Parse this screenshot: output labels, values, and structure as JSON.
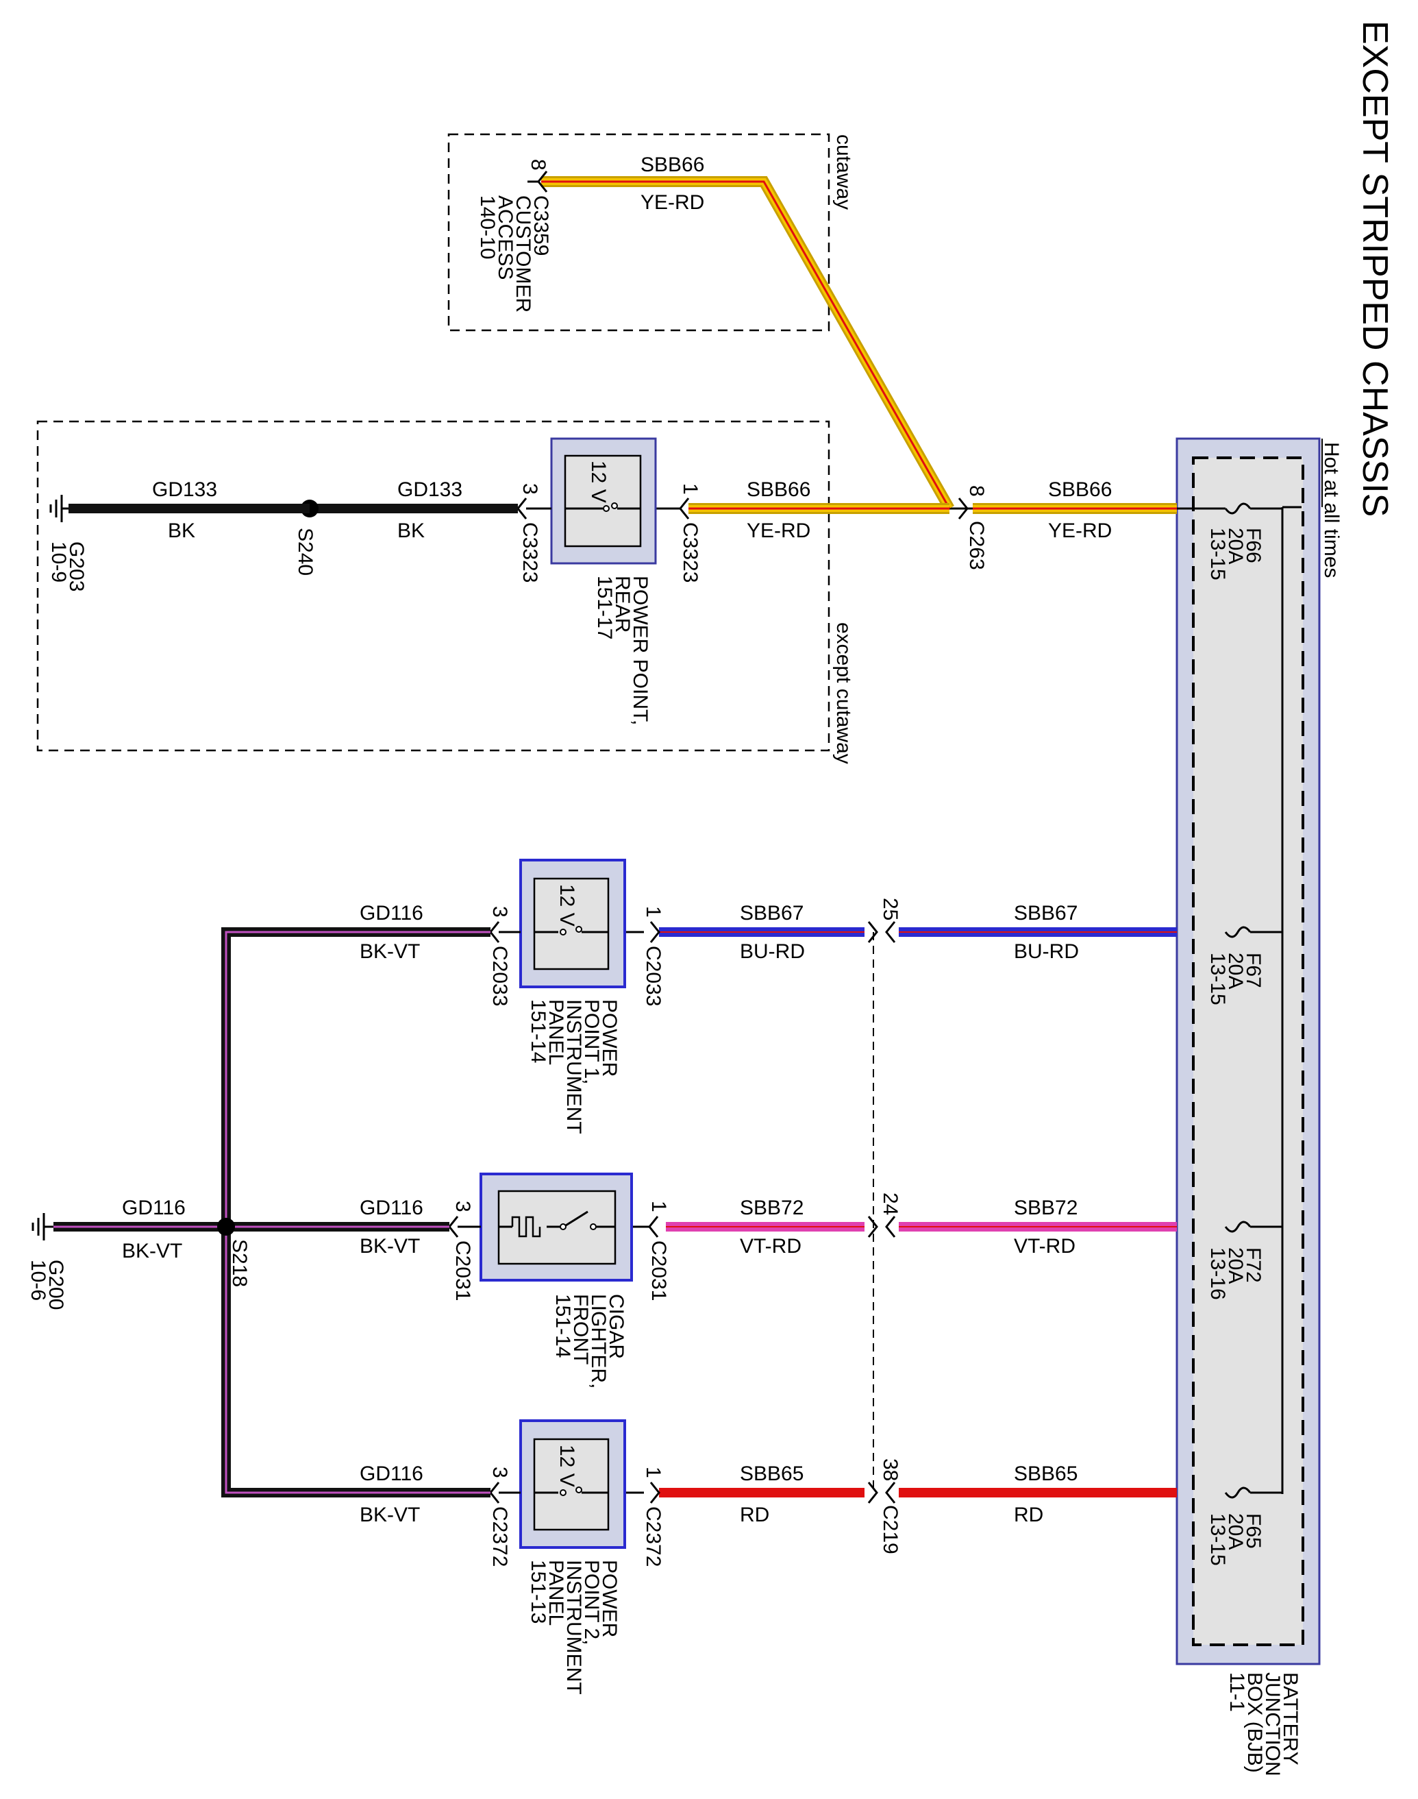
{
  "title": "EXCEPT STRIPPED CHASSIS",
  "hot_label": "Hot at all times",
  "bjb": {
    "l1": "BATTERY",
    "l2": "JUNCTION",
    "l3": "BOX (BJB)",
    "l4": "11-1"
  },
  "fuses": {
    "f66": {
      "name": "F66",
      "rating": "20A",
      "ref": "13-15"
    },
    "f67": {
      "name": "F67",
      "rating": "20A",
      "ref": "13-15"
    },
    "f72": {
      "name": "F72",
      "rating": "20A",
      "ref": "13-16"
    },
    "f65": {
      "name": "F65",
      "rating": "20A",
      "ref": "13-15"
    }
  },
  "colors": {
    "ye_rd": "#f5c400",
    "bu_rd": "#2a2ad0",
    "vt_rd": "#e040b0",
    "rd": "#e01010",
    "bk": "#111111",
    "bk_vt": "#9a2aa0"
  },
  "circuit_66": {
    "wire1": {
      "circuit": "SBB66",
      "color": "YE-RD"
    },
    "c263": {
      "name": "C263",
      "pin": "8"
    },
    "cutaway": {
      "label": "cutaway",
      "wire": {
        "circuit": "SBB66",
        "color": "YE-RD"
      },
      "conn": {
        "name": "C3359",
        "pin": "8"
      },
      "comp": {
        "l1": "CUSTOMER",
        "l2": "ACCESS",
        "l3": "140-10"
      }
    },
    "except_cutaway": {
      "label": "except cutaway",
      "wire": {
        "circuit": "SBB66",
        "color": "YE-RD"
      },
      "conn_in": {
        "name": "C3323",
        "pin": "1"
      },
      "device": {
        "voltage": "12 V",
        "l1": "POWER POINT,",
        "l2": "REAR",
        "l3": "151-17"
      },
      "conn_out": {
        "name": "C3323",
        "pin": "3"
      },
      "gnd_wire1": {
        "circuit": "GD133",
        "color": "BK"
      },
      "splice": "S240",
      "gnd_wire2": {
        "circuit": "GD133",
        "color": "BK"
      },
      "ground": {
        "name": "G203",
        "ref": "10-9"
      }
    }
  },
  "circuit_67": {
    "wire1": {
      "circuit": "SBB67",
      "color": "BU-RD"
    },
    "c219_pin": "25",
    "wire2": {
      "circuit": "SBB67",
      "color": "BU-RD"
    },
    "conn_in": {
      "name": "C2033",
      "pin": "1"
    },
    "device": {
      "voltage": "12 V",
      "l1": "POWER",
      "l2": "POINT 1,",
      "l3": "INSTRUMENT",
      "l4": "PANEL",
      "l5": "151-14"
    },
    "conn_out": {
      "name": "C2033",
      "pin": "3"
    },
    "gnd_wire": {
      "circuit": "GD116",
      "color": "BK-VT"
    }
  },
  "circuit_72": {
    "wire1": {
      "circuit": "SBB72",
      "color": "VT-RD"
    },
    "c219_pin": "24",
    "wire2": {
      "circuit": "SBB72",
      "color": "VT-RD"
    },
    "conn_in": {
      "name": "C2031",
      "pin": "1"
    },
    "device": {
      "l1": "CIGAR",
      "l2": "LIGHTER,",
      "l3": "FRONT",
      "l4": "151-14"
    },
    "conn_out": {
      "name": "C2031",
      "pin": "3"
    },
    "gnd_wire": {
      "circuit": "GD116",
      "color": "BK-VT"
    },
    "splice": "S218",
    "gnd_wire2": {
      "circuit": "GD116",
      "color": "BK-VT"
    },
    "ground": {
      "name": "G200",
      "ref": "10-6"
    }
  },
  "circuit_65": {
    "wire1": {
      "circuit": "SBB65",
      "color": "RD"
    },
    "c219": {
      "name": "C219",
      "pin": "38"
    },
    "wire2": {
      "circuit": "SBB65",
      "color": "RD"
    },
    "conn_in": {
      "name": "C2372",
      "pin": "1"
    },
    "device": {
      "voltage": "12 V",
      "l1": "POWER",
      "l2": "POINT 2,",
      "l3": "INSTRUMENT",
      "l4": "PANEL",
      "l5": "151-13"
    },
    "conn_out": {
      "name": "C2372",
      "pin": "3"
    },
    "gnd_wire": {
      "circuit": "GD116",
      "color": "BK-VT"
    }
  }
}
